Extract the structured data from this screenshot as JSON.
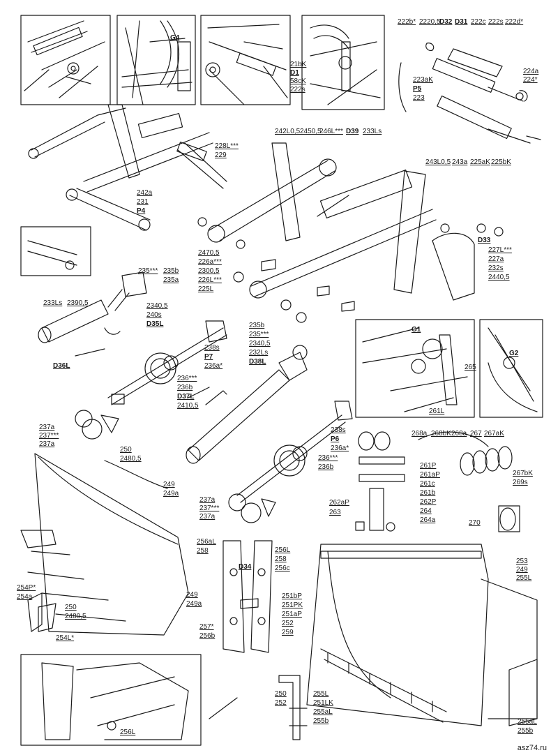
{
  "watermark": "asz74.ru",
  "labels": [
    {
      "id": "l1",
      "text": "G4"
    },
    {
      "id": "l2",
      "text": "21bK"
    },
    {
      "id": "l3",
      "text": "D1"
    },
    {
      "id": "l4",
      "text": "58cK"
    },
    {
      "id": "l5",
      "text": "222s"
    },
    {
      "id": "l6",
      "text": "222b*"
    },
    {
      "id": "l7",
      "text": "2220,5"
    },
    {
      "id": "l8",
      "text": "D32"
    },
    {
      "id": "l9",
      "text": "D31"
    },
    {
      "id": "l10",
      "text": "222c"
    },
    {
      "id": "l11",
      "text": "222s"
    },
    {
      "id": "l12",
      "text": "222d*"
    },
    {
      "id": "l13",
      "text": "223aK"
    },
    {
      "id": "l14",
      "text": "P5"
    },
    {
      "id": "l15",
      "text": "223"
    },
    {
      "id": "l16",
      "text": "224a"
    },
    {
      "id": "l17",
      "text": "224*"
    },
    {
      "id": "l18",
      "text": "228L***"
    },
    {
      "id": "l19",
      "text": "229"
    },
    {
      "id": "l20",
      "text": "242L0,5"
    },
    {
      "id": "l21",
      "text": "2450,5"
    },
    {
      "id": "l22",
      "text": "246L***"
    },
    {
      "id": "l23",
      "text": "D39"
    },
    {
      "id": "l24",
      "text": "233Ls"
    },
    {
      "id": "l25",
      "text": "242a"
    },
    {
      "id": "l26",
      "text": "231"
    },
    {
      "id": "l27",
      "text": "P4"
    },
    {
      "id": "l28",
      "text": "243L0,5"
    },
    {
      "id": "l29",
      "text": "243a"
    },
    {
      "id": "l30",
      "text": "225aK"
    },
    {
      "id": "l31",
      "text": "225bK"
    },
    {
      "id": "l32",
      "text": "D33"
    },
    {
      "id": "l33",
      "text": "227L***"
    },
    {
      "id": "l34",
      "text": "227a"
    },
    {
      "id": "l35",
      "text": "232s"
    },
    {
      "id": "l36",
      "text": "2440,5"
    },
    {
      "id": "l37",
      "text": "2470,5"
    },
    {
      "id": "l38",
      "text": "226a***"
    },
    {
      "id": "l39",
      "text": "2300,5"
    },
    {
      "id": "l40",
      "text": "226L***"
    },
    {
      "id": "l41",
      "text": "225L"
    },
    {
      "id": "l42",
      "text": "235***"
    },
    {
      "id": "l43",
      "text": "235b"
    },
    {
      "id": "l44",
      "text": "235a"
    },
    {
      "id": "l45",
      "text": "233Ls"
    },
    {
      "id": "l46",
      "text": "2390,5"
    },
    {
      "id": "l47",
      "text": "2340,5"
    },
    {
      "id": "l48",
      "text": "240s"
    },
    {
      "id": "l49",
      "text": "D35L"
    },
    {
      "id": "l50",
      "text": "D36L"
    },
    {
      "id": "l51",
      "text": "238s"
    },
    {
      "id": "l52",
      "text": "P7"
    },
    {
      "id": "l53",
      "text": "236a*"
    },
    {
      "id": "l54",
      "text": "236***"
    },
    {
      "id": "l55",
      "text": "236b"
    },
    {
      "id": "l56",
      "text": "D37L"
    },
    {
      "id": "l57",
      "text": "2410,5"
    },
    {
      "id": "l58",
      "text": "235b"
    },
    {
      "id": "l59",
      "text": "235***"
    },
    {
      "id": "l60",
      "text": "2340,5"
    },
    {
      "id": "l61",
      "text": "232Ls"
    },
    {
      "id": "l62",
      "text": "D38L"
    },
    {
      "id": "l63",
      "text": "G1"
    },
    {
      "id": "l64",
      "text": "265"
    },
    {
      "id": "l65",
      "text": "G2"
    },
    {
      "id": "l66",
      "text": "261L"
    },
    {
      "id": "l67",
      "text": "238s"
    },
    {
      "id": "l68",
      "text": "P6"
    },
    {
      "id": "l69",
      "text": "236a*"
    },
    {
      "id": "l70",
      "text": "236***"
    },
    {
      "id": "l71",
      "text": "236b"
    },
    {
      "id": "l72",
      "text": "237a"
    },
    {
      "id": "l73",
      "text": "237***"
    },
    {
      "id": "l74",
      "text": "237a"
    },
    {
      "id": "l75",
      "text": "250"
    },
    {
      "id": "l76",
      "text": "2480,5"
    },
    {
      "id": "l77",
      "text": "249"
    },
    {
      "id": "l78",
      "text": "249a"
    },
    {
      "id": "l79",
      "text": "268a"
    },
    {
      "id": "l80",
      "text": "268bK"
    },
    {
      "id": "l81",
      "text": "268a"
    },
    {
      "id": "l82",
      "text": "267"
    },
    {
      "id": "l83",
      "text": "267aK"
    },
    {
      "id": "l84",
      "text": "261P"
    },
    {
      "id": "l85",
      "text": "261aP"
    },
    {
      "id": "l86",
      "text": "261c"
    },
    {
      "id": "l87",
      "text": "261b"
    },
    {
      "id": "l88",
      "text": "262P"
    },
    {
      "id": "l89",
      "text": "262aP"
    },
    {
      "id": "l90",
      "text": "263"
    },
    {
      "id": "l91",
      "text": "264"
    },
    {
      "id": "l92",
      "text": "264a"
    },
    {
      "id": "l93",
      "text": "267bK"
    },
    {
      "id": "l94",
      "text": "269s"
    },
    {
      "id": "l95",
      "text": "270"
    },
    {
      "id": "l96",
      "text": "237a"
    },
    {
      "id": "l97",
      "text": "237***"
    },
    {
      "id": "l98",
      "text": "237a"
    },
    {
      "id": "l99",
      "text": "256aL"
    },
    {
      "id": "l100",
      "text": "258"
    },
    {
      "id": "l101",
      "text": "256L"
    },
    {
      "id": "l102",
      "text": "258"
    },
    {
      "id": "l103",
      "text": "256c"
    },
    {
      "id": "l104",
      "text": "D34"
    },
    {
      "id": "l105",
      "text": "253"
    },
    {
      "id": "l106",
      "text": "249"
    },
    {
      "id": "l107",
      "text": "255L"
    },
    {
      "id": "l108",
      "text": "254P*"
    },
    {
      "id": "l109",
      "text": "254a"
    },
    {
      "id": "l110",
      "text": "250"
    },
    {
      "id": "l111",
      "text": "2480,5"
    },
    {
      "id": "l112",
      "text": "249"
    },
    {
      "id": "l113",
      "text": "249a"
    },
    {
      "id": "l114",
      "text": "251bP"
    },
    {
      "id": "l115",
      "text": "251PK"
    },
    {
      "id": "l116",
      "text": "251aP"
    },
    {
      "id": "l117",
      "text": "252"
    },
    {
      "id": "l118",
      "text": "259"
    },
    {
      "id": "l119",
      "text": "257*"
    },
    {
      "id": "l120",
      "text": "256b"
    },
    {
      "id": "l121",
      "text": "254L*"
    },
    {
      "id": "l122",
      "text": "250"
    },
    {
      "id": "l123",
      "text": "252"
    },
    {
      "id": "l124",
      "text": "255L"
    },
    {
      "id": "l125",
      "text": "251LK"
    },
    {
      "id": "l126",
      "text": "255aL"
    },
    {
      "id": "l127",
      "text": "255b"
    },
    {
      "id": "l128",
      "text": "256L"
    },
    {
      "id": "l129",
      "text": "255aL"
    },
    {
      "id": "l130",
      "text": "255b"
    }
  ]
}
